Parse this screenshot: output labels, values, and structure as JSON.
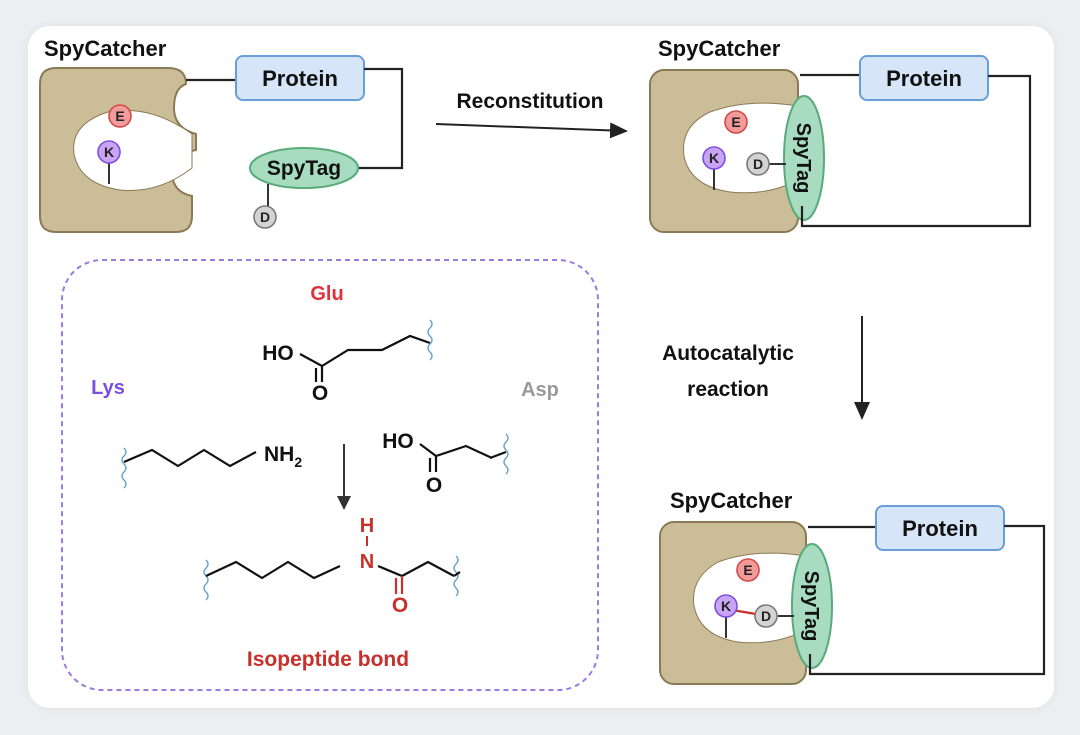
{
  "panels": {
    "before": {
      "title": "SpyCatcher",
      "protein": "Protein",
      "tag": "SpyTag",
      "res_e": "E",
      "res_k": "K",
      "res_d": "D"
    },
    "after": {
      "title": "SpyCatcher",
      "protein": "Protein",
      "tag": "SpyTag",
      "res_e": "E",
      "res_k": "K",
      "res_d": "D"
    },
    "final": {
      "title": "SpyCatcher",
      "protein": "Protein",
      "tag": "SpyTag",
      "res_e": "E",
      "res_k": "K",
      "res_d": "D"
    }
  },
  "arrows": {
    "reconstitution": "Reconstitution",
    "autocatalytic_line1": "Autocatalytic",
    "autocatalytic_line2": "reaction"
  },
  "chemistry": {
    "glu_label": "Glu",
    "lys_label": "Lys",
    "asp_label": "Asp",
    "glu_ho": "HO",
    "glu_o": "O",
    "lys_nh": "NH",
    "lys_nh_sub": "2",
    "asp_ho": "HO",
    "asp_o": "O",
    "product_h": "H",
    "product_n": "N",
    "product_o": "O",
    "bond_label": "Isopeptide bond"
  },
  "colors": {
    "catcher_fill": "#cbbd98",
    "catcher_stroke": "#8a7a55",
    "protein_fill": "#d6e6f8",
    "protein_stroke": "#6a9ed8",
    "tag_fill": "#a8dcc0",
    "tag_stroke": "#5aaa7c",
    "glu_red": "#e0323a",
    "lys_purple": "#7b4fe0",
    "asp_gray": "#9a9a9a",
    "bond_red": "#c8302c",
    "box_dash": "#9b7be0"
  }
}
